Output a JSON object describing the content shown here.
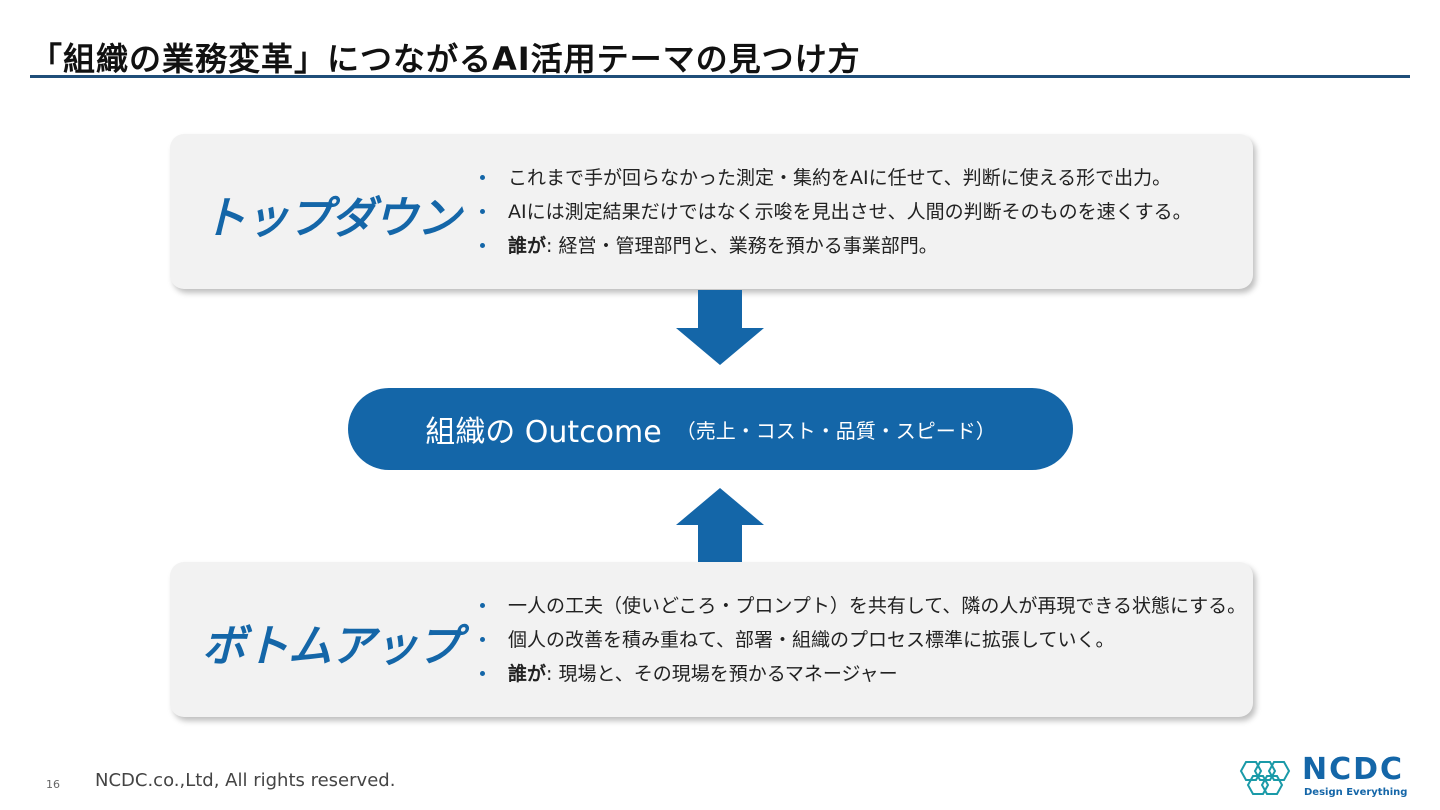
{
  "title": "「組織の業務変革」につながるAI活用テーマの見つけ方",
  "top_card": {
    "heading": "トップダウン",
    "bullets": [
      "これまで手が回らなかった測定・集約をAIに任せて、判断に使える形で出力。",
      "AIには測定結果だけではなく示唆を見出させ、人間の判断そのものを速くする。"
    ],
    "who_label": "誰が",
    "who_text": ": 経営・管理部門と、業務を預かる事業部門。"
  },
  "outcome": {
    "main": "組織の Outcome",
    "sub": "（売上・コスト・品質・スピード）"
  },
  "bottom_card": {
    "heading": "ボトムアップ",
    "bullets": [
      "一人の工夫（使いどころ・プロンプト）を共有して、隣の人が再現できる状態にする。",
      "個人の改善を積み重ねて、部署・組織のプロセス標準に拡張していく。"
    ],
    "who_label": "誰が",
    "who_text": ": 現場と、その現場を預かるマネージャー"
  },
  "footer": {
    "page_number": "16",
    "copyright": "NCDC.co.,Ltd, All rights reserved."
  },
  "logo": {
    "name": "NCDC",
    "tagline": "Design Everything"
  },
  "colors": {
    "accent": "#1466a8",
    "title_rule": "#1f4e79",
    "card_bg": "#f2f2f2"
  }
}
